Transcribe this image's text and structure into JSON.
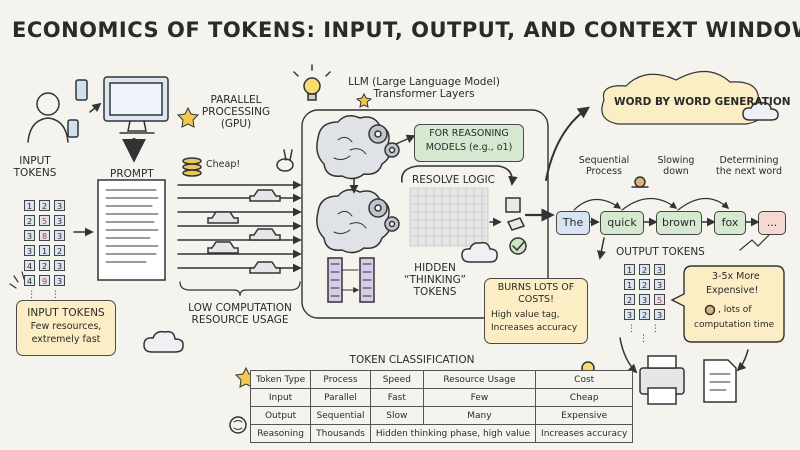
{
  "title": "ECONOMICS OF TOKENS: INPUT, OUTPUT, AND CONTEXT WINDOW",
  "input": {
    "label_line1": "INPUT",
    "label_line2": "TOKENS",
    "prompt_label": "PROMPT",
    "note_title": "INPUT TOKENS",
    "note_line1": "Few resources,",
    "note_line2": "extremely fast",
    "grid": [
      [
        "1",
        "2",
        "3"
      ],
      [
        "2",
        "5",
        "3"
      ],
      [
        "3",
        "8",
        "3"
      ],
      [
        "3",
        "1",
        "2"
      ],
      [
        "4",
        "2",
        "3"
      ],
      [
        "4",
        "9",
        "3"
      ]
    ]
  },
  "parallel": {
    "line1": "PARALLEL",
    "line2": "PROCESSING",
    "line3": "(GPU)",
    "cheap": "Cheap!",
    "low_line1": "LOW COMPUTATION",
    "low_line2": "RESOURCE USAGE"
  },
  "llm": {
    "title_line1": "LLM (Large Language Model)",
    "title_line2": "Transformer Layers",
    "reasoning_line1": "FOR REASONING",
    "reasoning_line2": "MODELS (e.g., o1)",
    "resolve": "RESOLVE LOGIC",
    "hidden_line1": "HIDDEN",
    "hidden_line2": "“THINKING”",
    "hidden_line3": "TOKENS",
    "burns_line1": "BURNS LOTS OF",
    "burns_line2": "COSTS!",
    "burns_line3": "High value tag,",
    "burns_line4": "Increases accuracy"
  },
  "generation": {
    "title": "WORD BY WORD GENERATION",
    "sequential_line1": "Sequential",
    "sequential_line2": "Process",
    "slowing_line1": "Slowing",
    "slowing_line2": "down",
    "determining_line1": "Determining",
    "determining_line2": "the next word",
    "tokens": [
      "The",
      "quick",
      "brown",
      "fox",
      "..."
    ]
  },
  "output": {
    "label": "OUTPUT TOKENS",
    "expensive_line1": "3-5x More",
    "expensive_line2": "Expensive!",
    "expensive_line3": ", lots of",
    "expensive_line4": "computation time",
    "grid": [
      [
        "1",
        "2",
        "3"
      ],
      [
        "1",
        "2",
        "3"
      ],
      [
        "2",
        "3",
        "5"
      ],
      [
        "3",
        "2",
        "3"
      ]
    ]
  },
  "classification": {
    "title": "TOKEN CLASSIFICATION",
    "headers": [
      "Token Type",
      "Process",
      "Speed",
      "Resource Usage",
      "Cost"
    ],
    "rows": [
      [
        "Input",
        "Parallel",
        "Fast",
        "Few",
        "Cheap"
      ],
      [
        "Output",
        "Sequential",
        "Slow",
        "Many",
        "Expensive"
      ],
      [
        "Reasoning",
        "Thousands",
        "Hidden thinking phase, high value",
        "",
        "Increases accuracy"
      ]
    ]
  },
  "colors": {
    "paper": "#f5f3ee",
    "yellow_note": "#fbeec4",
    "green_box": "#d6e8cf",
    "blue_token": "#d8e4f3",
    "ink": "#2a2a2a",
    "red_number": "#c0392b"
  },
  "icons": [
    "person-icon",
    "phone-icon",
    "computer-icon",
    "lightbulb-icon",
    "coins-icon",
    "rabbit-icon",
    "car-icon",
    "brain-icon",
    "gear-icon",
    "snail-icon",
    "money-bag-icon",
    "printer-icon",
    "document-icon",
    "cloud-icon",
    "star-icon",
    "check-icon"
  ]
}
